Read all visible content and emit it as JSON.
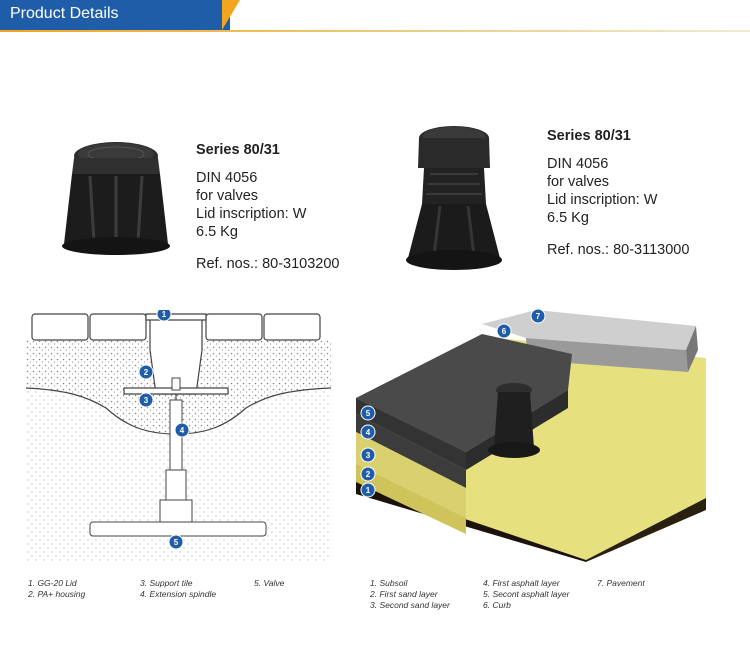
{
  "header": {
    "title": "Product Details"
  },
  "products": [
    {
      "series": "Series 80/31",
      "standard": "DIN 4056",
      "use": "for valves",
      "inscription": "Lid inscription: W",
      "weight": "6.5 Kg",
      "ref": "Ref. nos.: 80-3103200"
    },
    {
      "series": "Series 80/31",
      "standard": "DIN 4056",
      "use": "for valves",
      "inscription": "Lid inscription: W",
      "weight": "6.5 Kg",
      "ref": "Ref. nos.: 80-3113000"
    }
  ],
  "left_diagram": {
    "markers": [
      "1",
      "2",
      "3",
      "4",
      "5"
    ],
    "legend": [
      "1. GG-20 Lid",
      "2. PA+ housing",
      "3. Support tile",
      "4. Extension spindle",
      "5. Valve"
    ]
  },
  "right_diagram": {
    "markers": [
      "7",
      "6",
      "5",
      "4",
      "3",
      "2",
      "1"
    ],
    "legend": [
      "1. Subsoil",
      "2. First sand layer",
      "3. Second sand layer",
      "4. First asphalt layer",
      "5. Secont asphalt layer",
      "6. Curb",
      "7. Pavement"
    ]
  },
  "colors": {
    "brand_blue": "#1f5da8",
    "accent_orange": "#f2a51e",
    "marker_blue": "#1f5da8"
  }
}
